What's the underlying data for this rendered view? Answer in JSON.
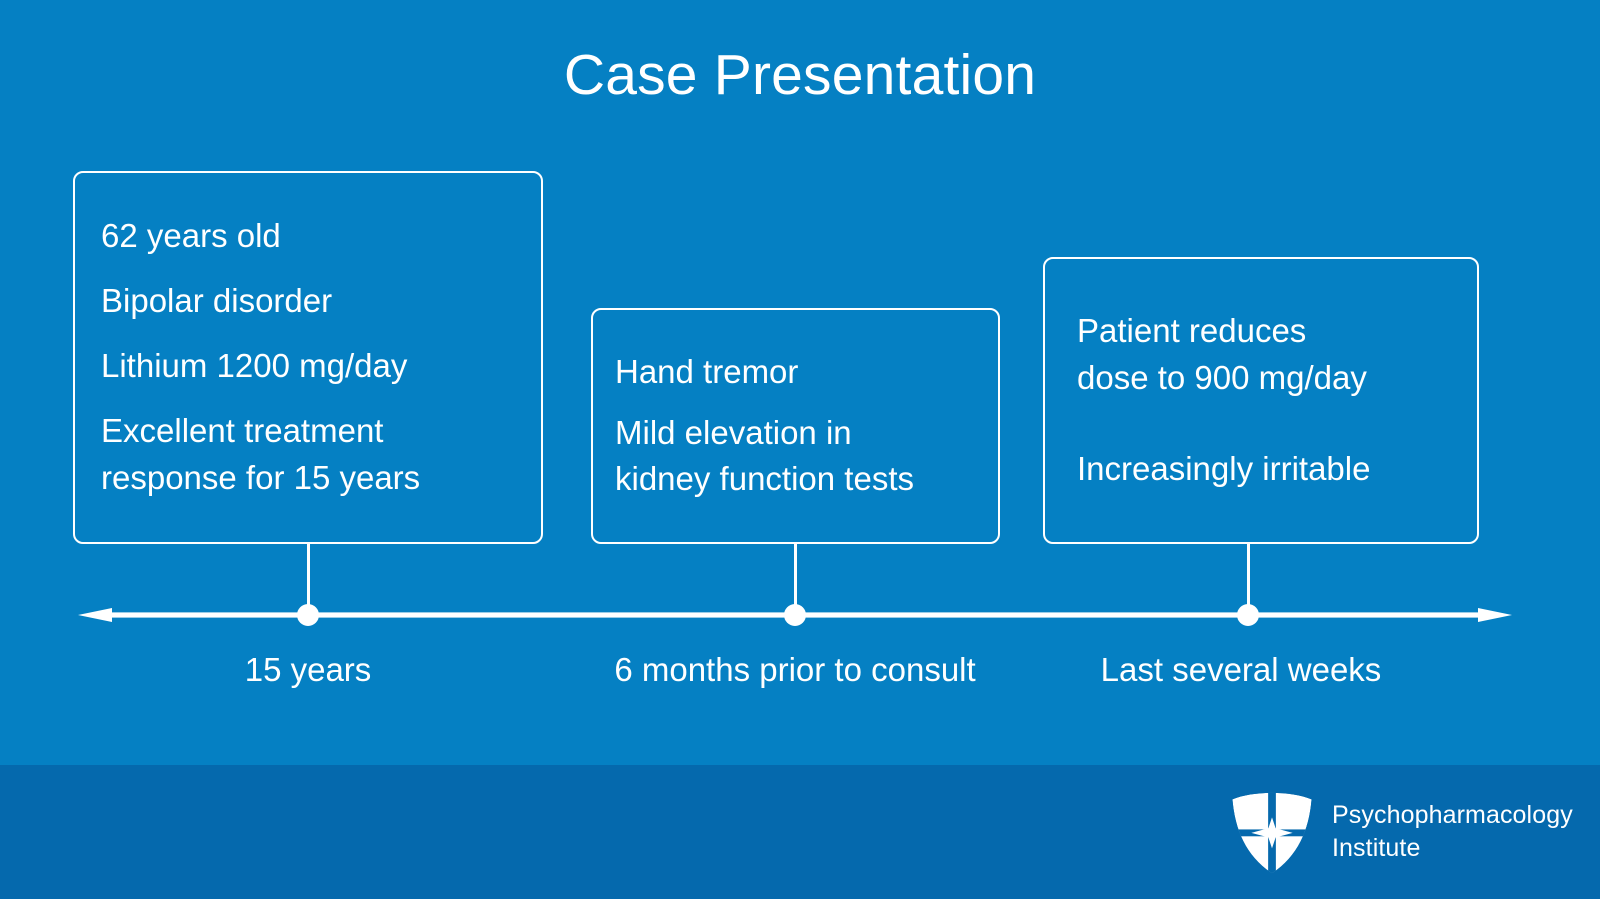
{
  "slide": {
    "title": "Case Presentation",
    "background_color": "#0580c3",
    "footer_color": "#0569ad",
    "text_color": "#ffffff"
  },
  "timeline": {
    "axis_direction": "both",
    "events": [
      {
        "tick_label": "15 years",
        "lines": [
          "62 years old",
          "Bipolar disorder",
          "Lithium 1200 mg/day",
          "Excellent treatment\nresponse for 15 years"
        ]
      },
      {
        "tick_label": "6 months prior to consult",
        "lines": [
          "Hand tremor",
          "Mild elevation in\nkidney function tests"
        ]
      },
      {
        "tick_label": "Last several weeks",
        "lines": [
          "Patient reduces\ndose to 900 mg/day",
          "Increasingly irritable"
        ]
      }
    ]
  },
  "footer": {
    "logo_name_line_1": "Psychopharmacology",
    "logo_name_line_2": "Institute",
    "logo_icon": "shield-icon"
  }
}
